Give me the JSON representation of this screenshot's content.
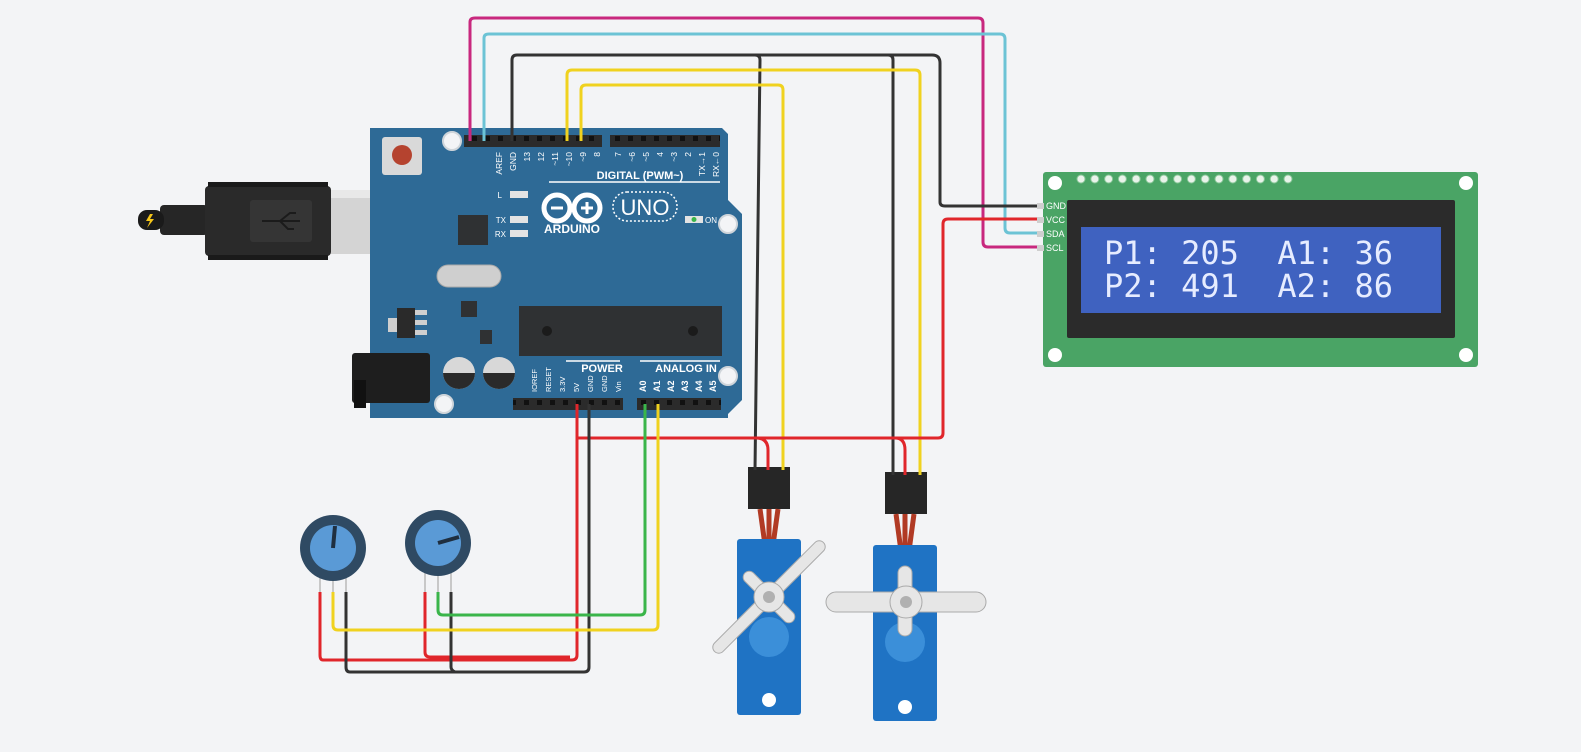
{
  "arduino": {
    "brand": "ARDUINO",
    "model": "UNO",
    "digital_header": "DIGITAL (PWM~)",
    "power_header": "POWER",
    "analog_header": "ANALOG IN",
    "on_label": "ON",
    "led_l": "L",
    "led_tx": "TX",
    "led_rx": "RX",
    "digital_pins": [
      "AREF",
      "GND",
      "13",
      "12",
      "~11",
      "~10",
      "~9",
      "8",
      "7",
      "~6",
      "~5",
      "4",
      "~3",
      "2",
      "TX→1",
      "RX←0"
    ],
    "power_pins": [
      "IOREF",
      "RESET",
      "3.3V",
      "5V",
      "GND",
      "GND",
      "Vin"
    ],
    "analog_pins": [
      "A0",
      "A1",
      "A2",
      "A3",
      "A4",
      "A5"
    ]
  },
  "lcd": {
    "pins": [
      "GND",
      "VCC",
      "SDA",
      "SCL"
    ],
    "line1": "P1: 205  A1: 36",
    "line2": "P2: 491  A2: 86"
  },
  "colors": {
    "board": "#2e6a96",
    "lcd_pcb": "#4aa465",
    "lcd_screen": "#3f62c0",
    "wire_red": "#e0262b",
    "wire_black": "#333333",
    "wire_yellow": "#f0d21f",
    "wire_green": "#3ab54a",
    "wire_magenta": "#c8287e",
    "wire_cyan": "#6cc3d5",
    "servo": "#1f73c4"
  }
}
